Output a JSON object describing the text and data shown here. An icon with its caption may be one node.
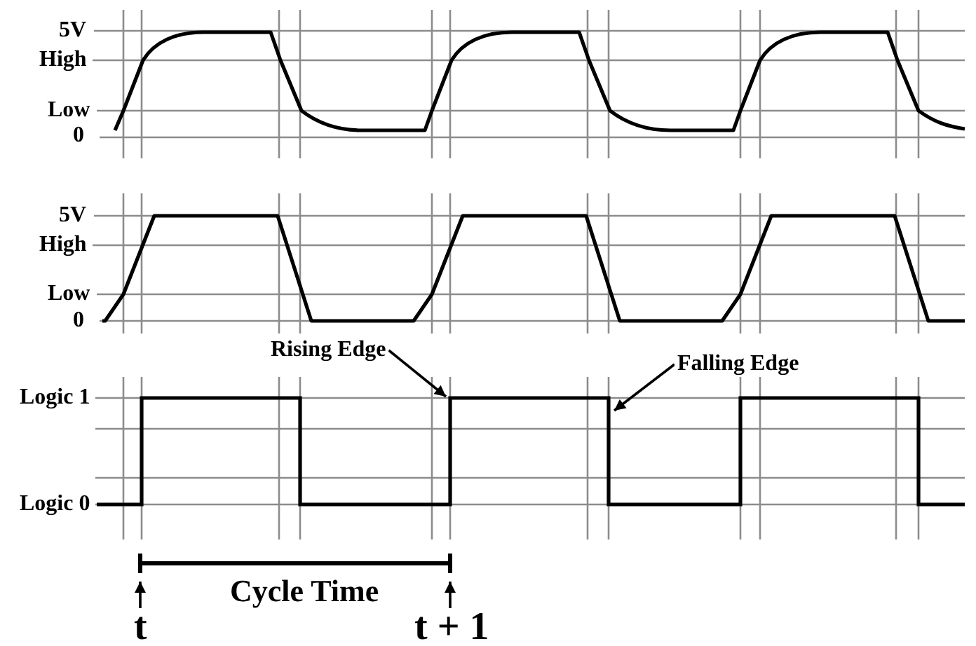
{
  "diagram": {
    "nodes": [
      {
        "text": [
          "Rising Edge"
        ]
      },
      {
        "text": [
          "Falling Edge"
        ]
      },
      {
        "text": [
          "t"
        ]
      },
      {
        "text": [
          "t + 1"
        ]
      }
    ],
    "edges": [
      {
        "from": 0,
        "to": null,
        "arrow": "to"
      },
      {
        "from": 1,
        "to": null,
        "arrow": "to"
      },
      {
        "from": 2,
        "to": null,
        "arrow": "to"
      },
      {
        "from": 3,
        "to": null,
        "arrow": "to"
      }
    ],
    "labels": [
      "5V",
      "High",
      "Low",
      "0",
      "5V",
      "High",
      "Low",
      "0",
      "Logic 1",
      "Logic 0",
      "Cycle Time"
    ]
  }
}
